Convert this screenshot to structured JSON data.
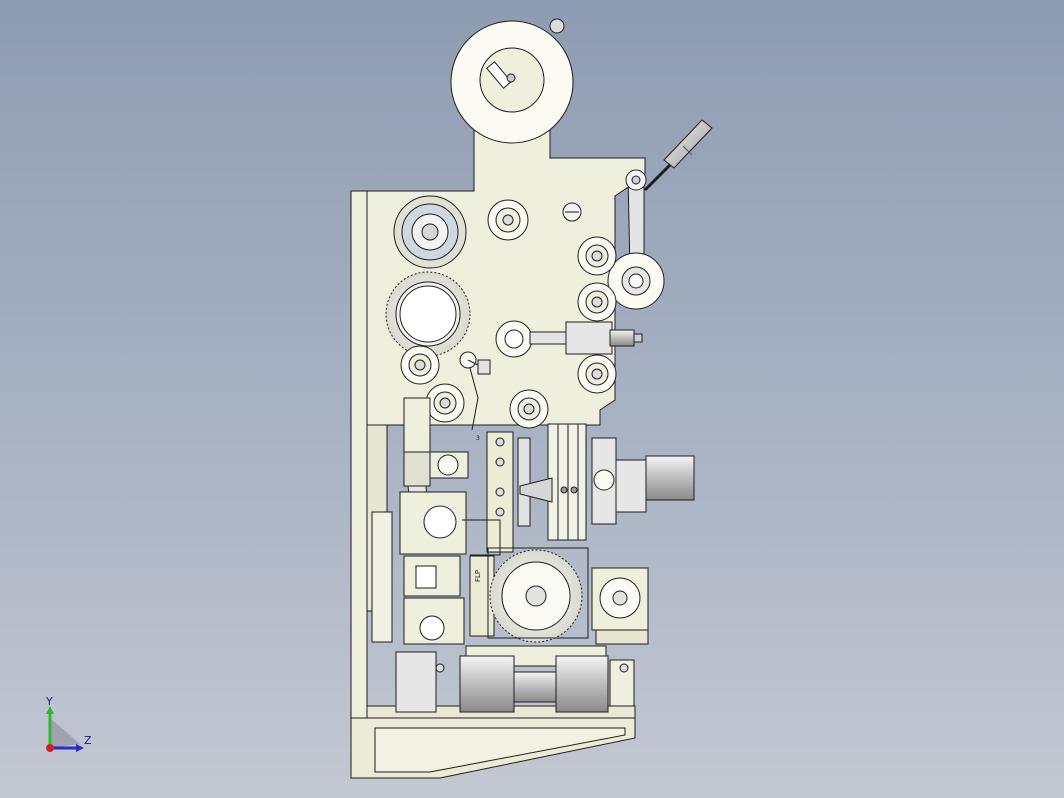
{
  "viewport": {
    "background_top": "#8e9cb2",
    "background_bottom": "#c3c8d2",
    "plate_color": "#efefdd",
    "edge_color": "#1e1e1e"
  },
  "model": {
    "part_markings": {
      "side_tag": "FLP",
      "small_tag": "3"
    }
  },
  "triad": {
    "y_label": "Y",
    "z_label": "Z",
    "y_color": "#2fb82f",
    "z_color": "#2a2ad0",
    "x_color": "#d02020"
  }
}
